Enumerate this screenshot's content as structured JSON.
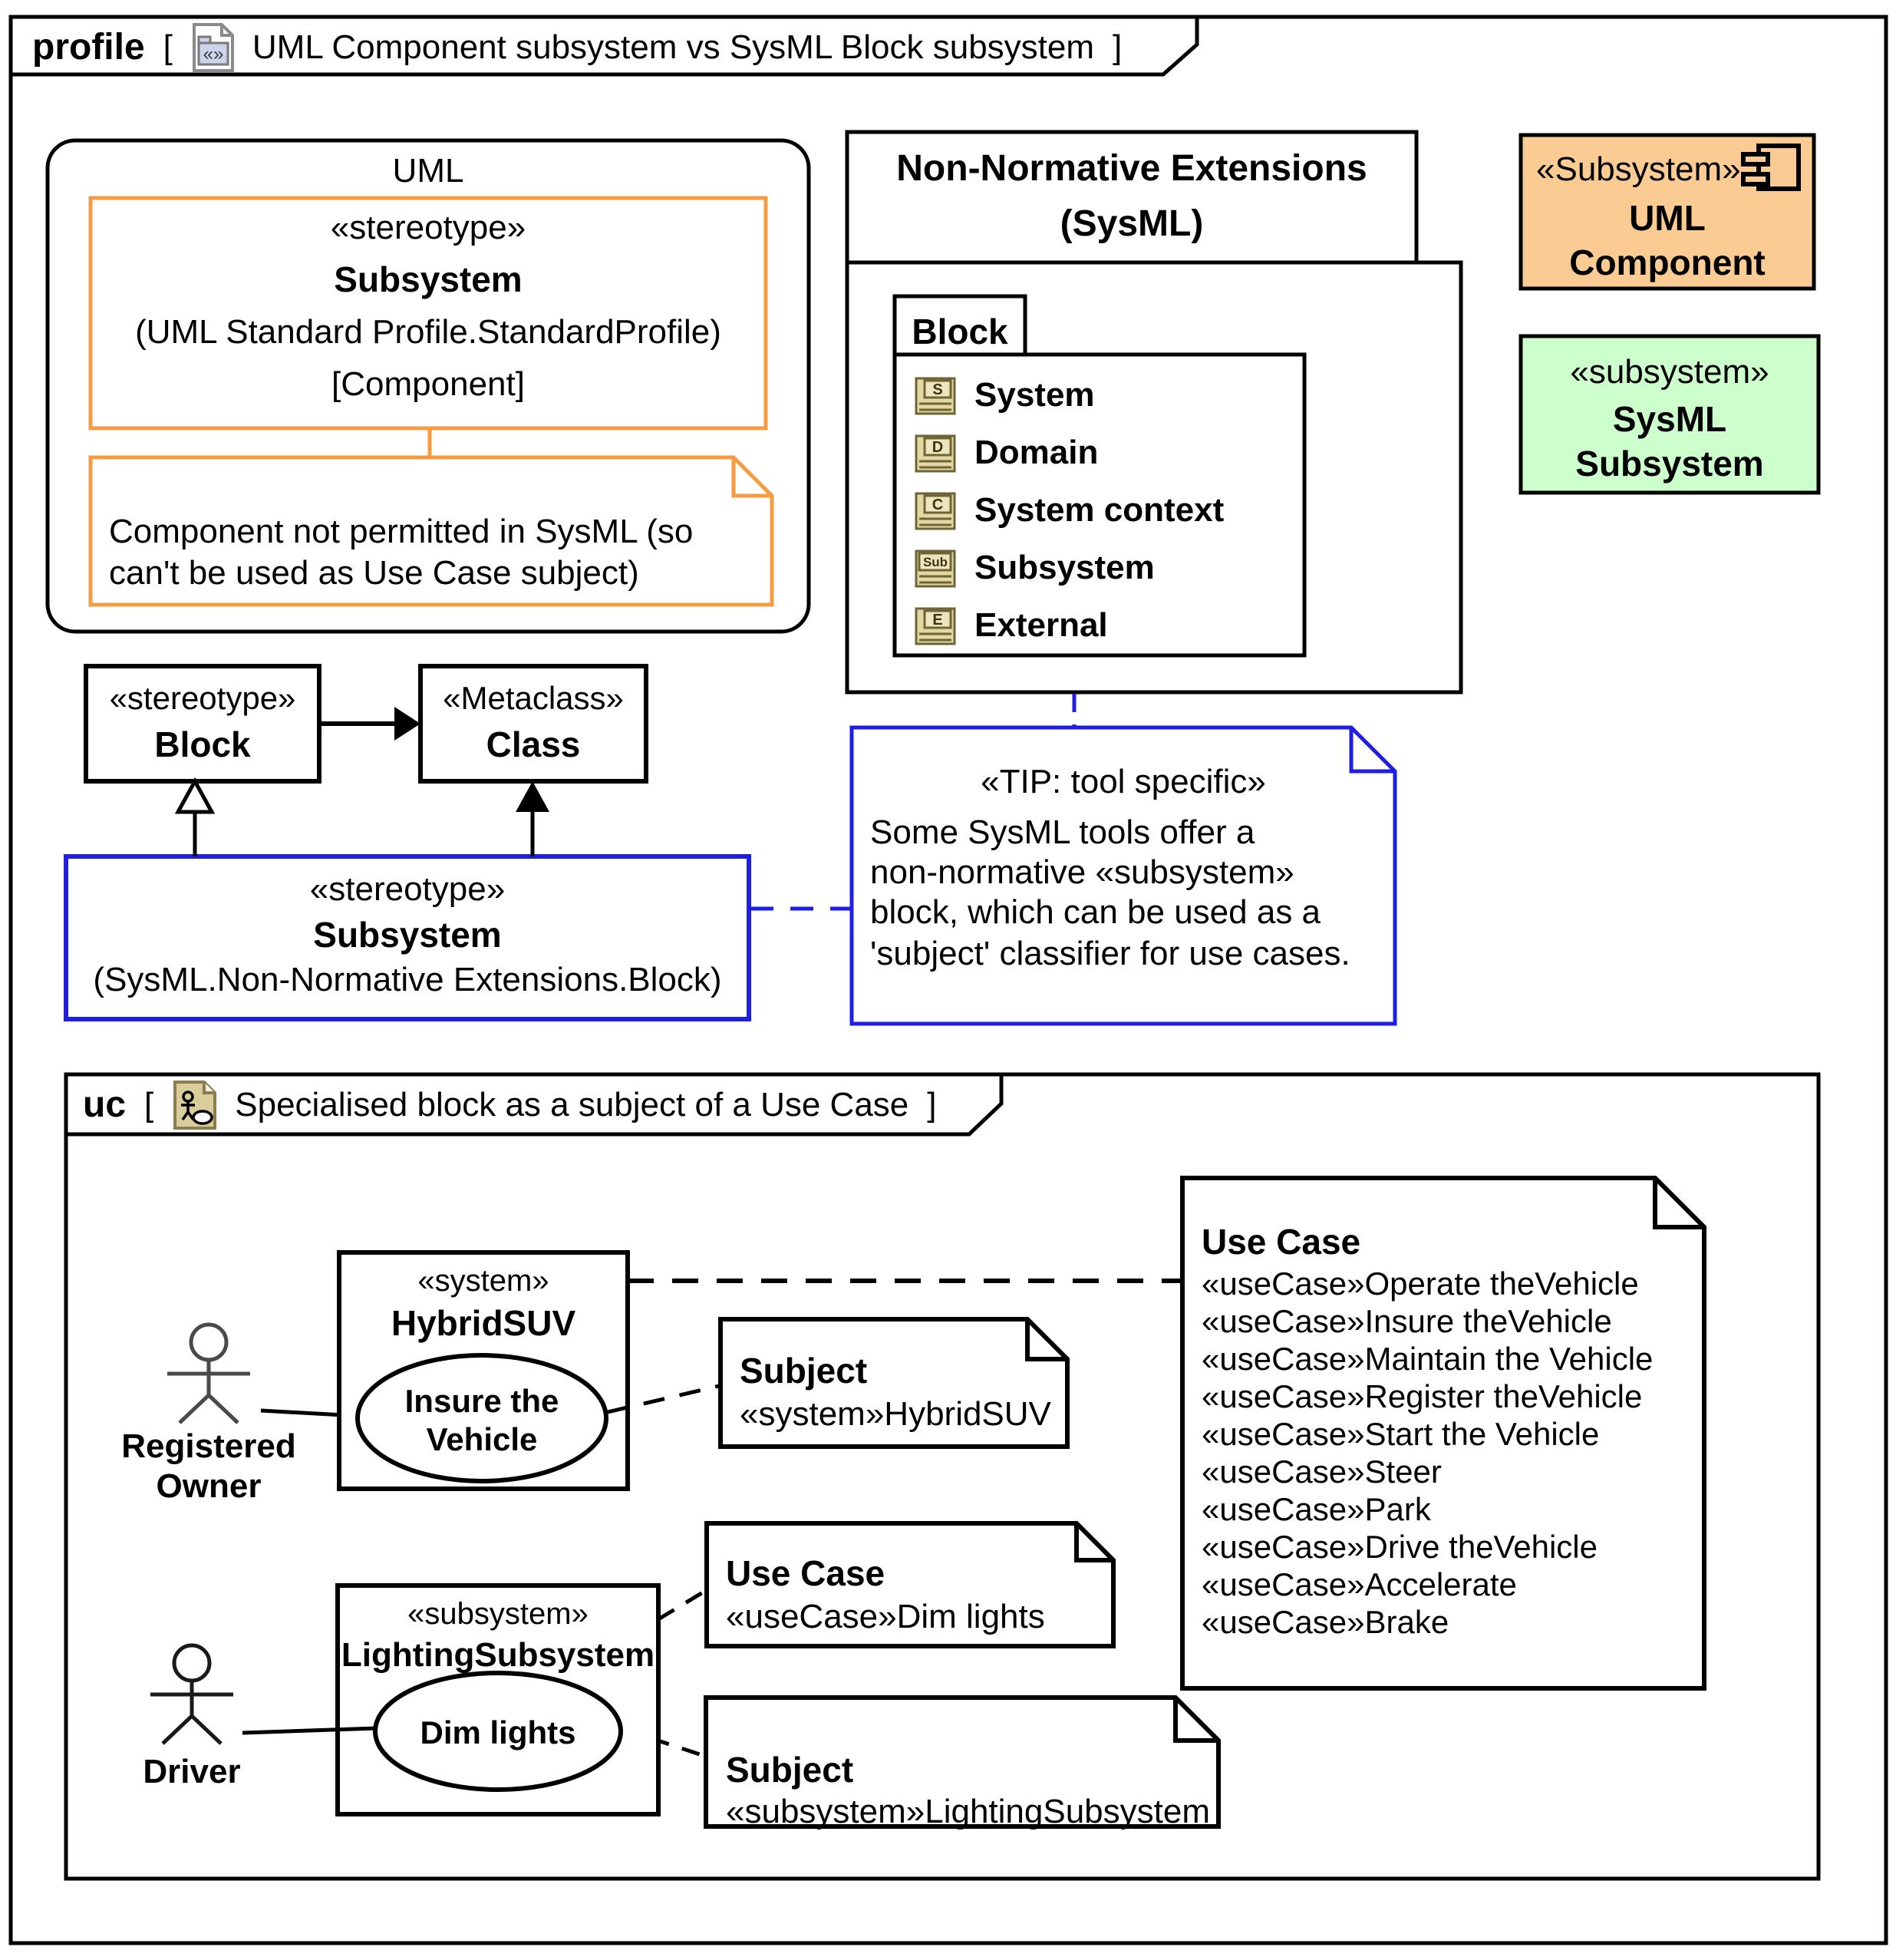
{
  "frame": {
    "kind_label": "profile",
    "bracket_open": "[",
    "bracket_close": "]",
    "title": "UML Component subsystem vs SysML Block subsystem"
  },
  "uml_package": {
    "title": "UML",
    "stereotype_box": {
      "line1": "«stereotype»",
      "name": "Subsystem",
      "line3": "(UML Standard Profile.StandardProfile)",
      "line4": "[Component]"
    },
    "note_lines": [
      "Component not permitted in SysML (so",
      "can't be used as Use Case subject)"
    ]
  },
  "nn_package": {
    "title_line1": "Non-Normative Extensions",
    "title_line2": "(SysML)",
    "block": {
      "title": "Block",
      "items": [
        {
          "icon": "S",
          "label": "System"
        },
        {
          "icon": "D",
          "label": "Domain"
        },
        {
          "icon": "C",
          "label": "System context"
        },
        {
          "icon": "Sub",
          "label": "Subsystem"
        },
        {
          "icon": "E",
          "label": "External"
        }
      ]
    }
  },
  "tip_note": {
    "title": "«TIP: tool specific»",
    "lines": [
      "Some SysML tools offer a",
      "non-normative «subsystem»",
      "block, which can be used as a",
      "'subject' classifier for use cases."
    ]
  },
  "uml_component_box": {
    "stereotype": "«Subsystem»",
    "name_line1": "UML",
    "name_line2": "Component"
  },
  "sysml_subsystem_box": {
    "stereotype": "«subsystem»",
    "name_line1": "SysML",
    "name_line2": "Subsystem"
  },
  "block_stereotype_box": {
    "line1": "«stereotype»",
    "name": "Block"
  },
  "class_metaclass_box": {
    "line1": "«Metaclass»",
    "name": "Class"
  },
  "subsystem_stereotype_box": {
    "line1": "«stereotype»",
    "name": "Subsystem",
    "line3": "(SysML.Non-Normative Extensions.Block)"
  },
  "uc_frame": {
    "kind_label": "uc",
    "bracket_open": "[",
    "bracket_close": "]",
    "title": "Specialised block as a subject of a Use Case"
  },
  "actors": {
    "registered_owner": {
      "label_line1": "Registered",
      "label_line2": "Owner"
    },
    "driver": {
      "label": "Driver"
    }
  },
  "hybrid_suv": {
    "stereotype": "«system»",
    "name": "HybridSUV",
    "usecase_line1": "Insure the",
    "usecase_line2": "Vehicle"
  },
  "lighting_subsystem": {
    "stereotype": "«subsystem»",
    "name": "LightingSubsystem",
    "usecase": "Dim lights"
  },
  "subject_note_hybrid": {
    "title": "Subject",
    "body": "«system»HybridSUV"
  },
  "usecase_note_big": {
    "title": "Use Case",
    "items": [
      "«useCase»Operate theVehicle",
      "«useCase»Insure theVehicle",
      "«useCase»Maintain the Vehicle",
      "«useCase»Register theVehicle",
      "«useCase»Start the Vehicle",
      "«useCase»Steer",
      "«useCase»Park",
      "«useCase»Drive theVehicle",
      "«useCase»Accelerate",
      "«useCase»Brake"
    ]
  },
  "usecase_note_dim": {
    "title": "Use Case",
    "body": "«useCase»Dim lights"
  },
  "subject_note_lighting": {
    "title": "Subject",
    "body": "«subsystem»LightingSubsystem"
  },
  "colors": {
    "orange": "#F59B42",
    "component_fill": "#FBCB94",
    "subsystem_fill": "#CCFFCC",
    "blue": "#1E1EE6",
    "icon_tan": "#E2D8A4"
  },
  "icons": {
    "frame_tab": "profile-diagram-icon",
    "uc_tab": "use-case-diagram-icon",
    "component": "component-icon",
    "block_items": "block-icon"
  }
}
